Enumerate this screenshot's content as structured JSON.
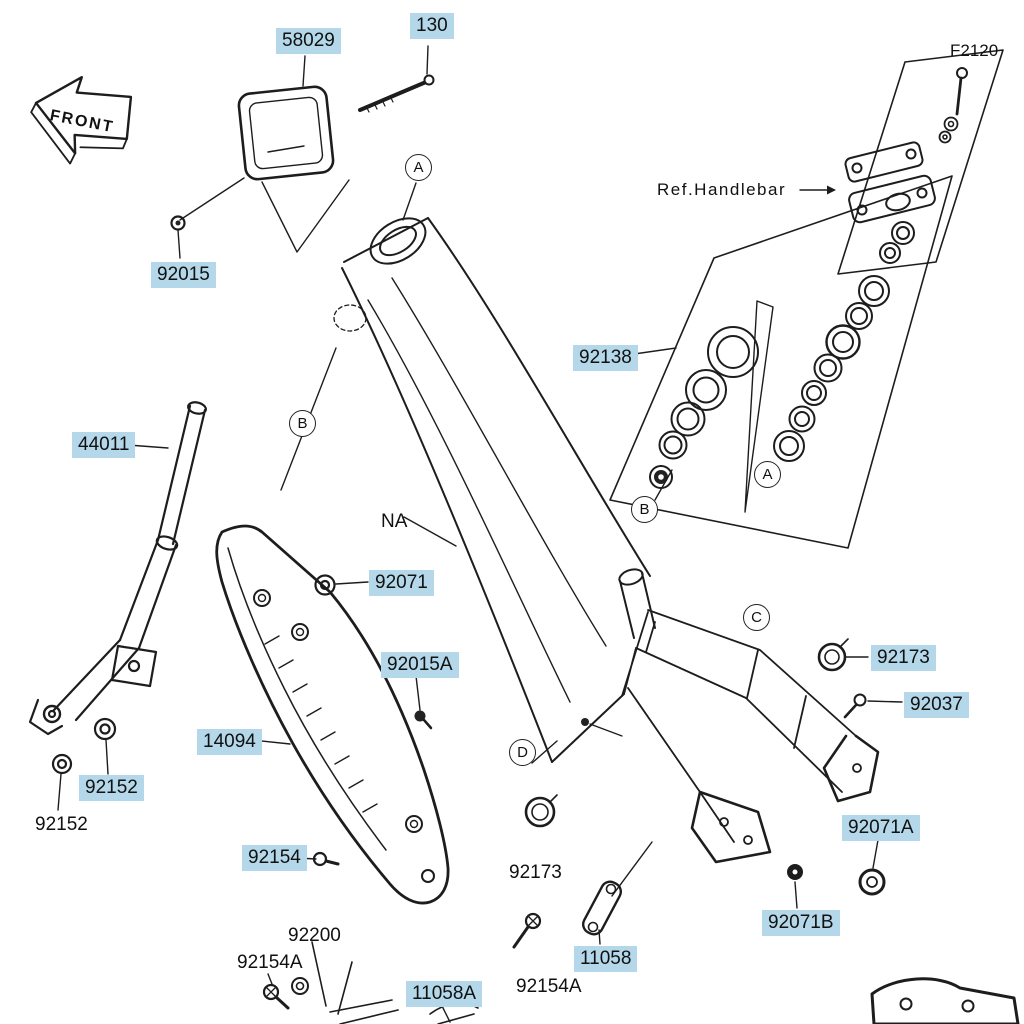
{
  "diagram": {
    "fiche_code": "F2120",
    "front_badge": "FRONT",
    "ref_label": "Ref.Handlebar",
    "na_label": "NA"
  },
  "colors": {
    "highlight": "#b4d8ea",
    "line": "#1d1d1d",
    "text": "#111111",
    "background": "#ffffff"
  },
  "callouts": {
    "a": "A",
    "b": "B",
    "c": "C",
    "d": "D"
  },
  "parts_highlighted": {
    "p58029": "58029",
    "p130": "130",
    "p92015": "92015",
    "p92138": "92138",
    "p44011": "44011",
    "p92071": "92071",
    "p92015a": "92015A",
    "p14094": "14094",
    "p92152": "92152",
    "p92154": "92154",
    "p92173": "92173",
    "p92037": "92037",
    "p92071a": "92071A",
    "p92071b": "92071B",
    "p11058": "11058",
    "p11058a": "11058A"
  },
  "parts_plain": {
    "p92152": "92152",
    "p92173": "92173",
    "p92200": "92200",
    "p92154a_left": "92154A",
    "p92154a_center": "92154A"
  }
}
